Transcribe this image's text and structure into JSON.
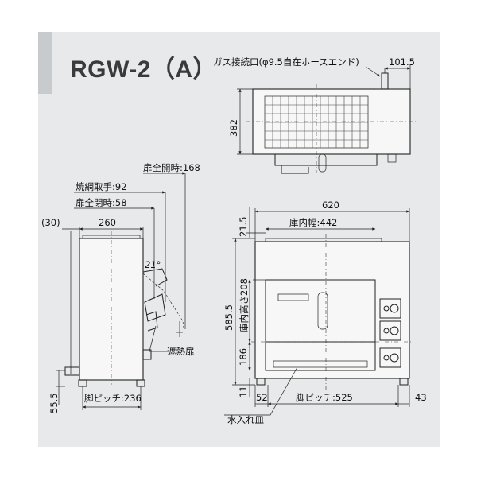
{
  "title": "RGW-2（A）",
  "top_view": {
    "gas_label": "ガス接続口(φ9.5自在ホースエンド)",
    "dim_offset": "101.5",
    "dim_depth": "382"
  },
  "side_view": {
    "door_open": "扉全開時:168",
    "grill_handle": "焼網取手:92",
    "door_closed": "扉全閉時:58",
    "dim_overhang": "(30)",
    "dim_width": "260",
    "angle": "21°",
    "heat_shield": "遮熱扉",
    "dim_leg_height": "55.5",
    "leg_pitch": "脚ピッチ:236"
  },
  "front_view": {
    "dim_total_width": "620",
    "inner_width": "庫内幅:442",
    "dim_top": "21.5",
    "dim_total_height": "585.5",
    "inner_height": "庫内高さ208",
    "dim_lower": "186",
    "dim_foot": "11",
    "dim_left": "52",
    "leg_pitch": "脚ピッチ:525",
    "dim_right": "43",
    "water_tray": "水入れ皿"
  }
}
